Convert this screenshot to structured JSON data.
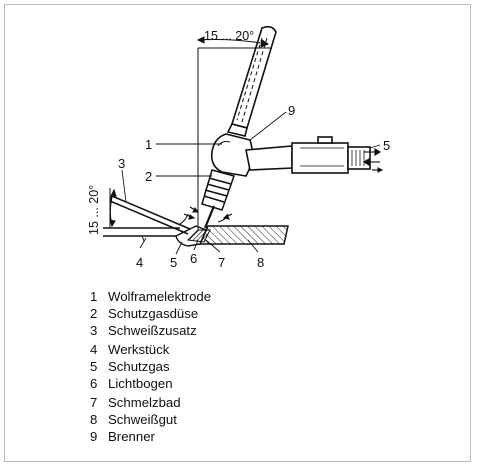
{
  "diagram": {
    "angle_top": "15 ... 20°",
    "angle_left": "15 ... 20°",
    "callouts": [
      "1",
      "2",
      "3",
      "4",
      "5",
      "6",
      "7",
      "8",
      "9",
      "5"
    ]
  },
  "legend": {
    "groups": [
      [
        {
          "num": "1",
          "text": "Wolframelektrode"
        },
        {
          "num": "2",
          "text": "Schutzgasdüse"
        },
        {
          "num": "3",
          "text": "Schweißzusatz"
        }
      ],
      [
        {
          "num": "4",
          "text": "Werkstück"
        },
        {
          "num": "5",
          "text": "Schutzgas"
        },
        {
          "num": "6",
          "text": "Lichtbogen"
        }
      ],
      [
        {
          "num": "7",
          "text": "Schmelzbad"
        },
        {
          "num": "8",
          "text": "Schweißgut"
        },
        {
          "num": "9",
          "text": "Brenner"
        }
      ]
    ]
  }
}
